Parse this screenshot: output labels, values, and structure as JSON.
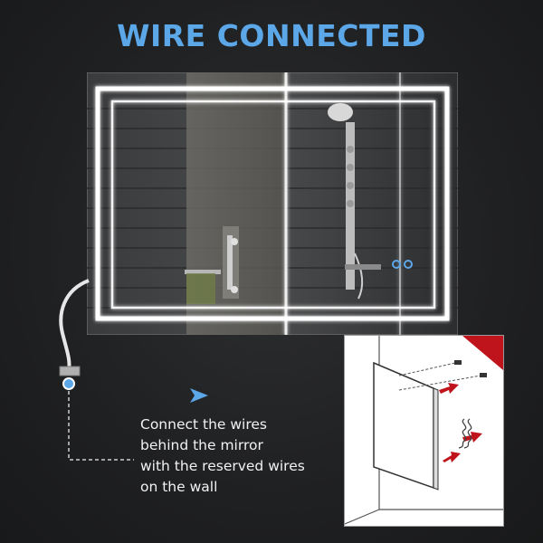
{
  "heading": {
    "title": "WIRE CONNECTED"
  },
  "caption": {
    "lines": [
      "Connect the wires",
      "behind the mirror",
      "with the reserved wires",
      "on the wall"
    ]
  },
  "colors": {
    "title": "#5ba7e8",
    "accent_blue": "#5ba7e8",
    "arrow_red": "#c0141c",
    "background": "#222325",
    "led_glow": "#ffffff"
  },
  "icons": {
    "pointer": "triangle-right-icon",
    "touch_buttons": "touch-sensor-icon"
  }
}
